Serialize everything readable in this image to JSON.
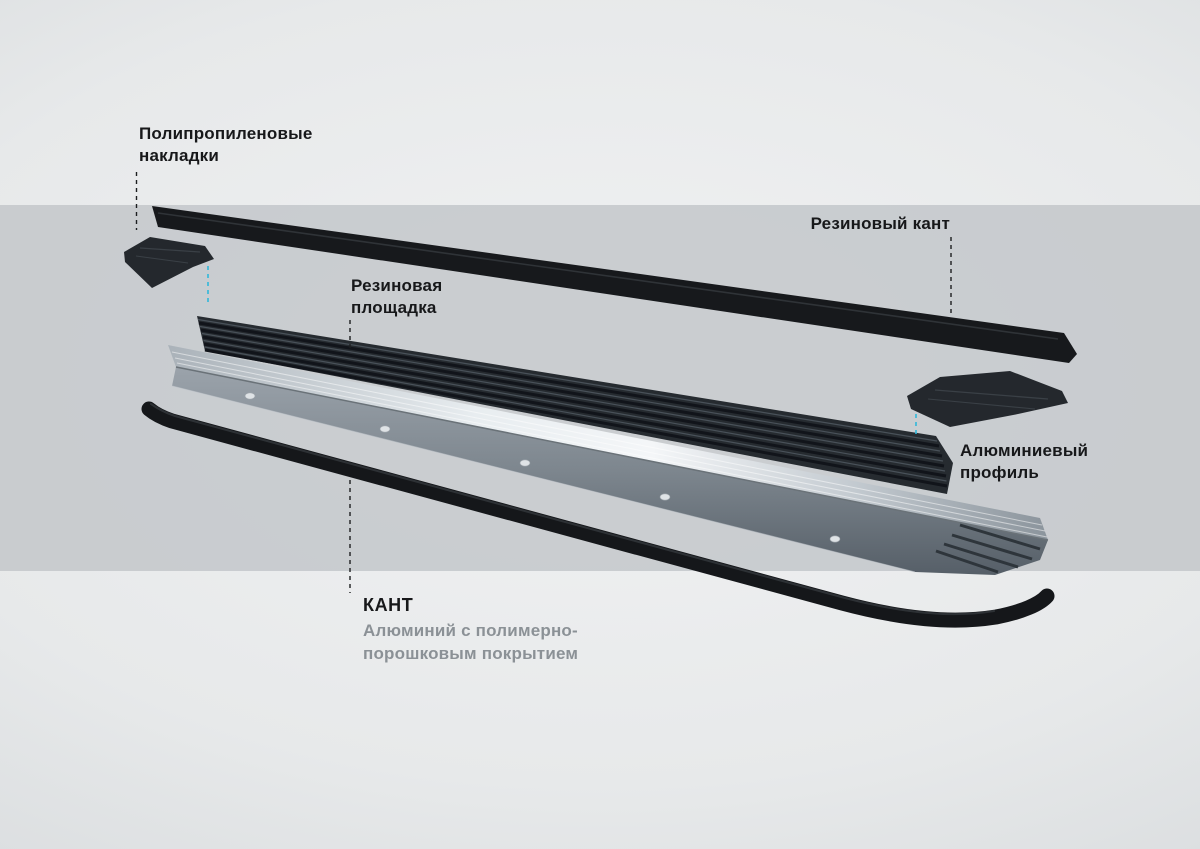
{
  "colors": {
    "accent_cyan": "#2fb7da",
    "label_text": "#17181a",
    "sub_text": "#8b9196",
    "band": "#c5c9cc",
    "background": "#e9ebec",
    "rubber_black": "#17191c",
    "plastic_dark": "#262b30",
    "metal_light": "#eef1f3",
    "metal_dark": "#5f6870"
  },
  "labels": {
    "pp_caps": "Полипропиленовые\nнакладки",
    "rubber_edge": "Резиновый кант",
    "rubber_pad": "Резиновая\nплощадка",
    "alu_profile": "Алюминиевый\nпрофиль",
    "kant_title": "КАНТ",
    "kant_sub": "Алюминий с полимерно-\nпорошковым покрытием"
  }
}
